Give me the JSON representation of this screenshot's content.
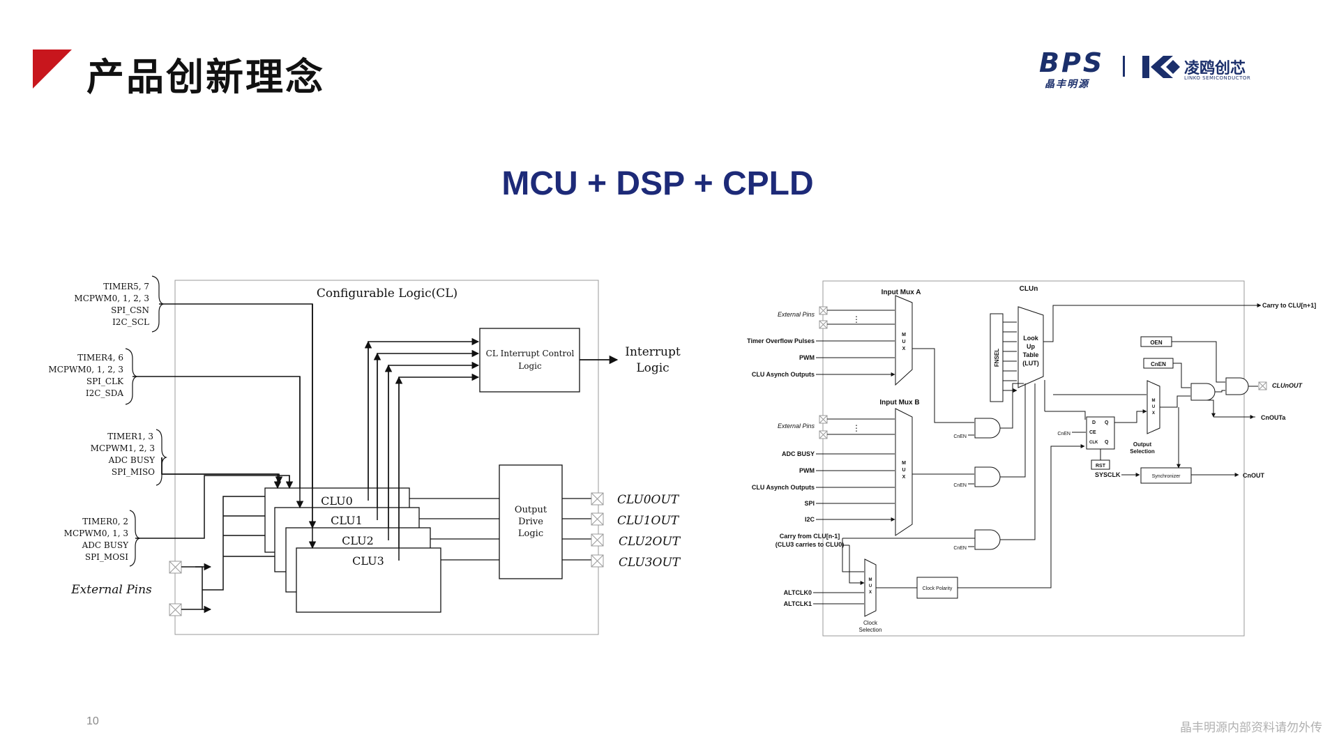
{
  "header": {
    "title": "产品创新理念",
    "accent_color": "#c8161d",
    "logo_bps_text": "BPS",
    "logo_bps_sub": "晶丰明源",
    "logo_lk_name": "凌鸥创芯",
    "logo_lk_sub": "LINKO SEMICONDUCTOR",
    "brand_color": "#1b2f6b"
  },
  "heading": "MCU + DSP + CPLD",
  "heading_color": "#1d2a78",
  "left_diagram": {
    "title": "Configurable Logic(CL)",
    "input_groups": [
      {
        "lines": [
          "TIMER5, 7",
          "MCPWM0, 1, 2, 3",
          "SPI_CSN",
          "I2C_SCL"
        ]
      },
      {
        "lines": [
          "TIMER4, 6",
          "MCPWM0, 1, 2, 3",
          "SPI_CLK",
          "I2C_SDA"
        ]
      },
      {
        "lines": [
          "TIMER1, 3",
          "MCPWM1, 2, 3",
          "ADC BUSY",
          "SPI_MISO"
        ]
      },
      {
        "lines": [
          "TIMER0, 2",
          "MCPWM0, 1, 3",
          "ADC BUSY",
          "SPI_MOSI"
        ]
      }
    ],
    "external_pins": "External Pins",
    "interrupt_block": [
      "CL Interrupt Control",
      "Logic"
    ],
    "interrupt_output": [
      "Interrupt",
      "Logic"
    ],
    "clu_blocks": [
      "CLU0",
      "CLU1",
      "CLU2",
      "CLU3"
    ],
    "output_block": [
      "Output",
      "Drive",
      "Logic"
    ],
    "outputs": [
      "CLU0OUT",
      "CLU1OUT",
      "CLU2OUT",
      "CLU3OUT"
    ]
  },
  "right_diagram": {
    "title": "CLUn",
    "input_mux_a": "Input Mux A",
    "input_mux_b": "Input Mux B",
    "mux_letters": [
      "M",
      "U",
      "X"
    ],
    "mux_a_inputs": [
      "External Pins",
      "Timer Overflow Pulses",
      "PWM",
      "CLU Asynch Outputs"
    ],
    "mux_b_inputs": [
      "External Pins",
      "ADC BUSY",
      "PWM",
      "CLU Asynch Outputs",
      "SPI",
      "I2C"
    ],
    "carry_in": [
      "Carry from CLU[n-1]",
      "(CLU3 carries to CLU0)"
    ],
    "clock_inputs": [
      "ALTCLK0",
      "ALTCLK1"
    ],
    "clock_selection": [
      "Clock",
      "Selection"
    ],
    "clock_polarity": "Clock Polarity",
    "fnsel": "FNSEL",
    "lut": [
      "Look",
      "Up",
      "Table",
      "(LUT)"
    ],
    "enable_labels": [
      "CnEN",
      "CnEN",
      "CnEN"
    ],
    "flipflop": {
      "d": "D",
      "q": "Q",
      "ce": "CE",
      "clk": "CLK",
      "qbar": "Q",
      "cen_in": "CnEN",
      "rst": "RST"
    },
    "carry_out": "Carry to CLU[n+1]",
    "oen": "OEN",
    "cnen_box": "CnEN",
    "output_selection": [
      "Output",
      "Selection"
    ],
    "outputs": [
      "CLUnOUT",
      "CnOUTa",
      "CnOUT"
    ],
    "sysclk": "SYSCLK",
    "synchronizer": "Synchronizer"
  },
  "footer": {
    "page_number": "10",
    "note": "晶丰明源内部资料请勿外传"
  }
}
